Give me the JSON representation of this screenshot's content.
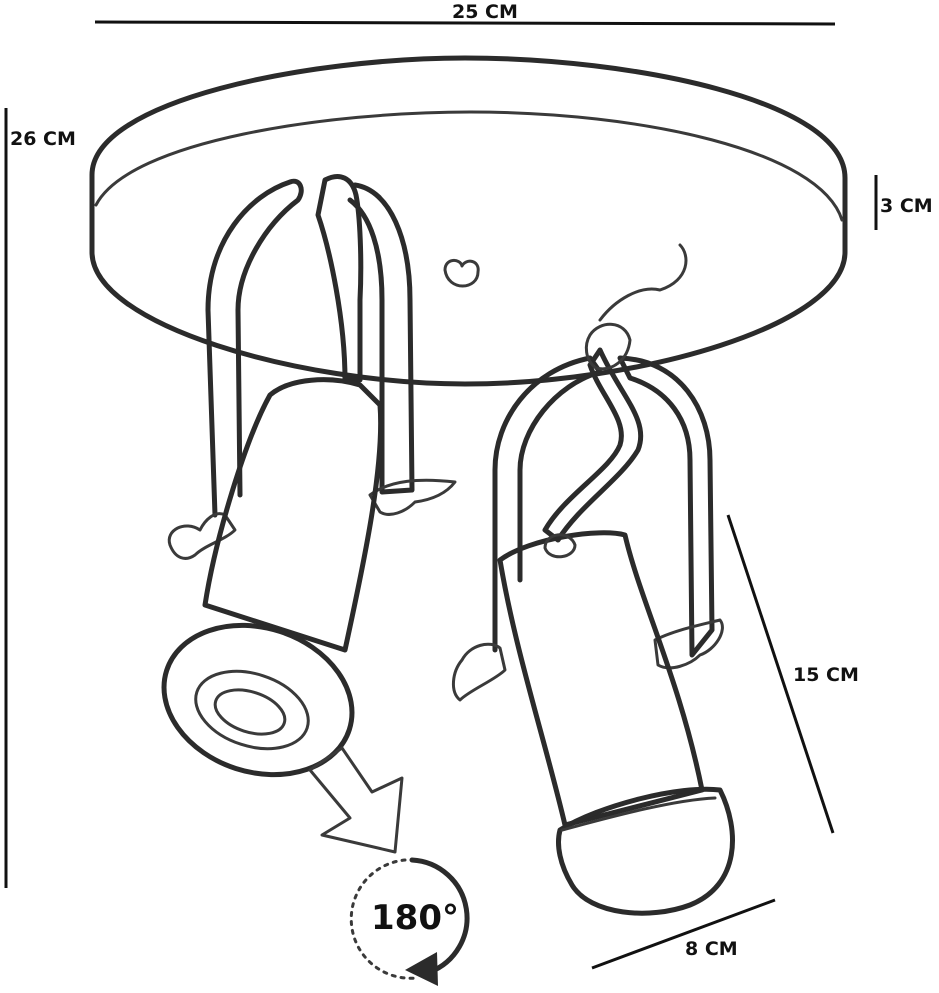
{
  "dimensions": {
    "width": "25 CM",
    "height": "26 CM",
    "thickness": "3 CM",
    "arm_length": "15 CM",
    "spot_diameter": "8 CM"
  },
  "rotation": {
    "label": "180°"
  },
  "colors": {
    "ink": "#2b2b2b",
    "background": "#ffffff"
  }
}
